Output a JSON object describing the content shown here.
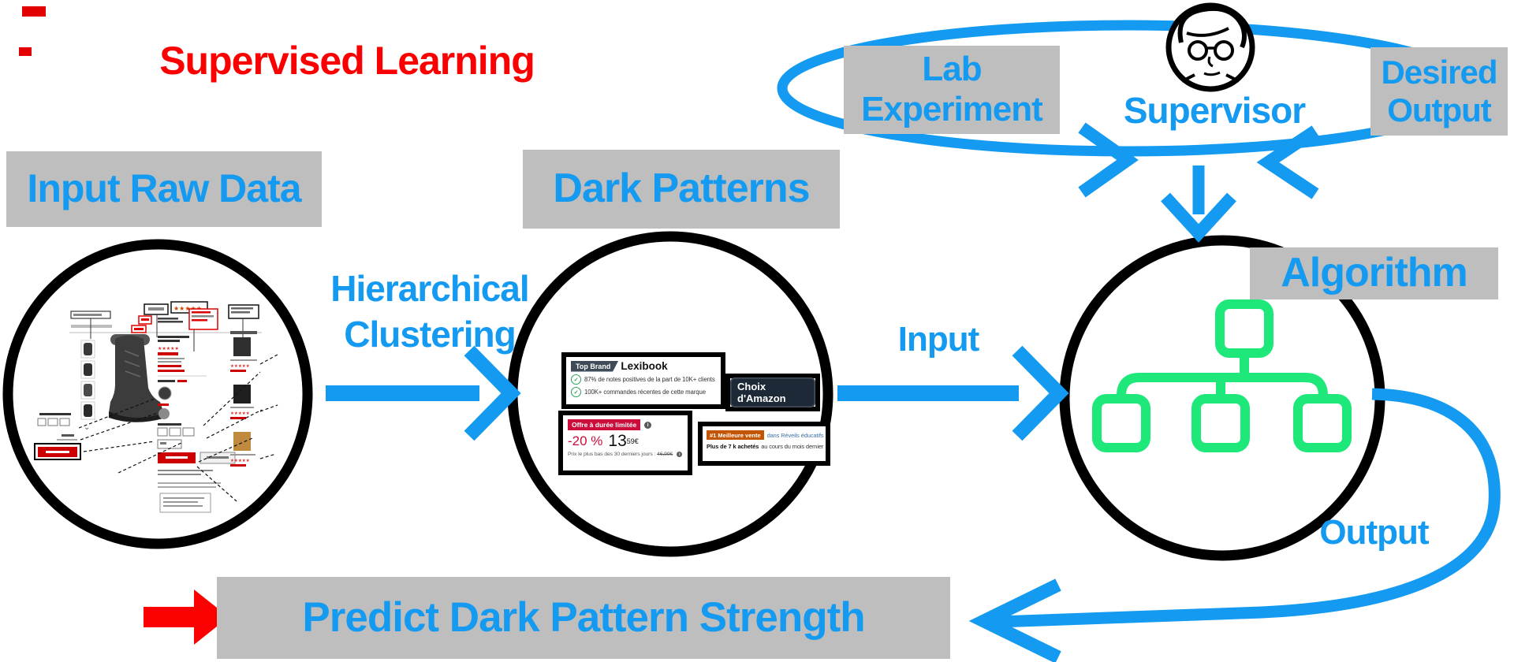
{
  "title": "Supervised Learning",
  "colors": {
    "accent_blue": "#149AF0",
    "title_red": "#FB0000",
    "label_gray": "#BEBEBE",
    "tree_green": "#1FE87A",
    "deal_red": "#CC0C39",
    "bestseller_orange": "#C45500",
    "link_blue": "#3E72A8",
    "check_green": "#2E9E5B"
  },
  "icons": {
    "check_icon": "✓",
    "info_icon": "i",
    "stars": "★★★★★",
    "chevron_down": "⌄",
    "supervisor_icon": "person-with-glasses",
    "algorithm_icon": "tree-hierarchy",
    "raw_data_icon": "annotated-product-page-screenshot"
  },
  "stage_labels": {
    "input_raw_data": "Input Raw Data",
    "dark_patterns": "Dark Patterns",
    "algorithm": "Algorithm"
  },
  "supervisor_loop": {
    "supervisor": "Supervisor",
    "lab_line1": "Lab",
    "lab_line2": "Experiment",
    "desired_line1": "Desired",
    "desired_line2": "Output"
  },
  "flow_labels": {
    "clustering_line1": "Hierarchical",
    "clustering_line2": "Clustering",
    "input": "Input",
    "output": "Output",
    "predict": "Predict Dark Pattern Strength"
  },
  "dark_pattern_examples": {
    "top_brand": {
      "badge": "Top Brand",
      "brand": "Lexibook",
      "line1": "87% de notes positives de la part de 10K+ clients",
      "line2": "100K+ commandes récentes de cette marque"
    },
    "amazon_choice": {
      "badge": "Choix d'Amazon"
    },
    "limited_offer": {
      "badge": "Offre à durée limitée",
      "discount": "-20 %",
      "price_main": "13",
      "price_sup": "59€",
      "lowest_label": "Prix le plus bas des 30 derniers jours :",
      "lowest_price": "46,99€"
    },
    "best_seller": {
      "badge": "#1 Meilleure vente",
      "category_prefix": "dans",
      "category": "Réveils éducatifs",
      "bought_bold": "Plus de 7 k achetés",
      "bought_rest": "au cours du mois dernier"
    }
  }
}
